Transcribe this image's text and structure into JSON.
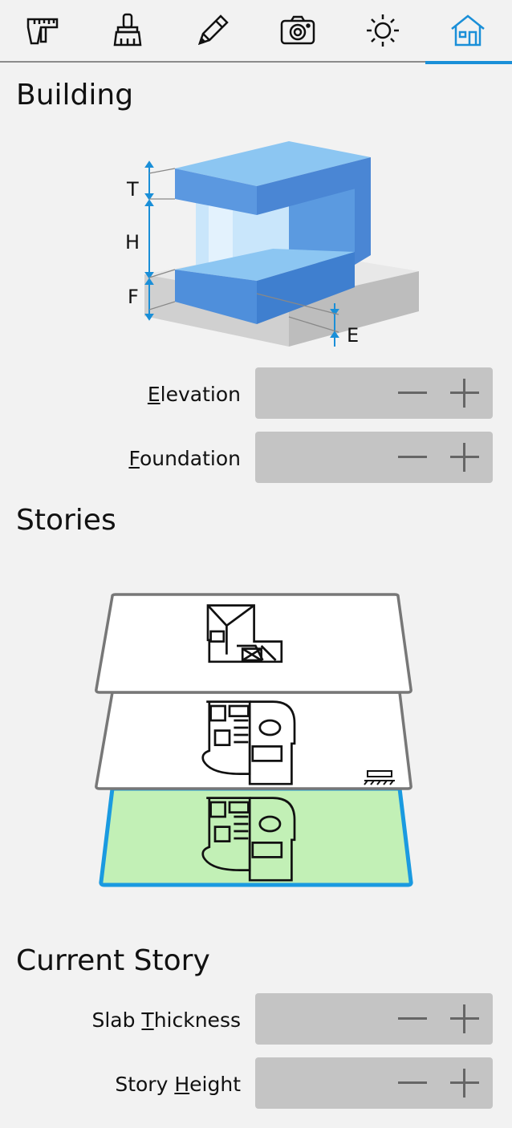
{
  "toolbar": {
    "tabs": [
      {
        "name": "measure-tools",
        "icon": "caliper-ruler-icon"
      },
      {
        "name": "materials",
        "icon": "brush-icon"
      },
      {
        "name": "edit",
        "icon": "pencil-icon"
      },
      {
        "name": "camera",
        "icon": "camera-icon"
      },
      {
        "name": "lighting",
        "icon": "sun-icon"
      },
      {
        "name": "building",
        "icon": "house-icon",
        "active": true
      }
    ],
    "active_color": "#1a8fd8"
  },
  "building": {
    "title": "Building",
    "diagram_labels": {
      "t": "T",
      "h": "H",
      "f": "F",
      "e": "E"
    },
    "elevation": {
      "mnemonic": "E",
      "rest": "levation"
    },
    "foundation": {
      "mnemonic": "F",
      "rest": "oundation"
    }
  },
  "stories": {
    "title": "Stories",
    "current_highlight": "#c2f0b6",
    "current_border": "#1a9ae0"
  },
  "current_story": {
    "title": "Current Story",
    "slab": {
      "pre": "Slab ",
      "mnemonic": "T",
      "rest": "hickness"
    },
    "height": {
      "pre": "Story ",
      "mnemonic": "H",
      "rest": "eight"
    }
  }
}
